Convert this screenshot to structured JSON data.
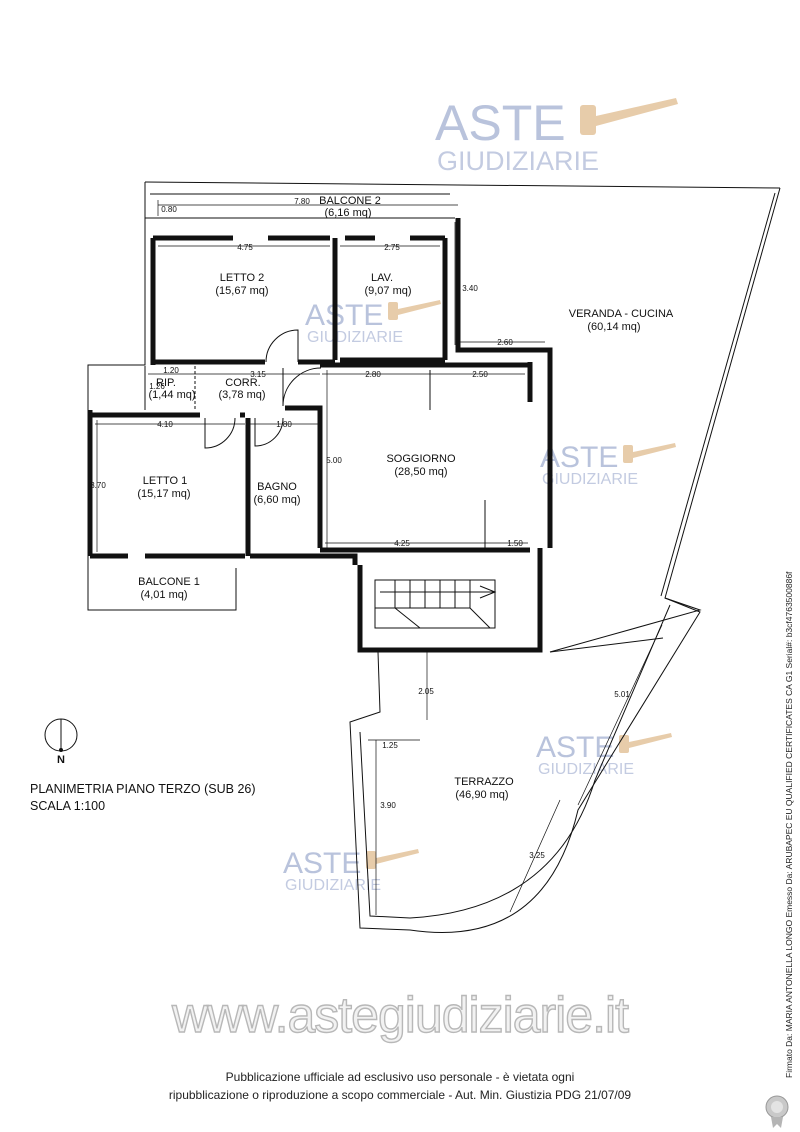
{
  "watermark": {
    "aste": "ASTE",
    "giudiziarie": "GIUDIZIARIE"
  },
  "rooms": {
    "balcone2": {
      "name": "BALCONE 2",
      "area": "(6,16 mq)"
    },
    "letto2": {
      "name": "LETTO 2",
      "area": "(15,67 mq)"
    },
    "lav": {
      "name": "LAV.",
      "area": "(9,07 mq)"
    },
    "veranda": {
      "name": "VERANDA - CUCINA",
      "area": "(60,14 mq)"
    },
    "rip": {
      "name": "RIP.",
      "area": "(1,44 mq)"
    },
    "corr": {
      "name": "CORR.",
      "area": "(3,78 mq)"
    },
    "letto1": {
      "name": "LETTO 1",
      "area": "(15,17 mq)"
    },
    "bagno": {
      "name": "BAGNO",
      "area": "(6,60 mq)"
    },
    "soggiorno": {
      "name": "SOGGIORNO",
      "area": "(28,50 mq)"
    },
    "balcone1": {
      "name": "BALCONE 1",
      "area": "(4,01 mq)"
    },
    "terrazzo": {
      "name": "TERRAZZO",
      "area": "(46,90 mq)"
    }
  },
  "dimensions": {
    "d080": "0.80",
    "d780": "7.80",
    "d475": "4.75",
    "d275": "2.75",
    "d340": "3.40",
    "d260": "2.60",
    "d120": "1.20",
    "d126": "1.26",
    "d315": "3.15",
    "d280": "2.80",
    "d250": "2.50",
    "d410": "4.10",
    "d180": "1.80",
    "d370": "3.70",
    "d500": "5.00",
    "d425": "4.25",
    "d150": "1.50",
    "d205": "2.05",
    "d501": "5.01",
    "d125": "1.25",
    "d390": "3.90",
    "d325": "3.25"
  },
  "north": {
    "label": "N"
  },
  "caption": {
    "line1": "PLANIMETRIA  PIANO TERZO (SUB 26)",
    "line2": "SCALA 1:100"
  },
  "website": "www.astegiudiziarie.it",
  "footer": {
    "line1": "Pubblicazione ufficiale ad esclusivo uso personale - è vietata ogni",
    "line2": "ripubblicazione o riproduzione a scopo commerciale - Aut. Min. Giustizia PDG 21/07/09"
  },
  "signature": "Firmato Da: MARIA ANTONELLA LONGO Emesso Da: ARUBAPEC EU QUALIFIED CERTIFICATES CA G1 Serial#: b3cf4763500886f"
}
